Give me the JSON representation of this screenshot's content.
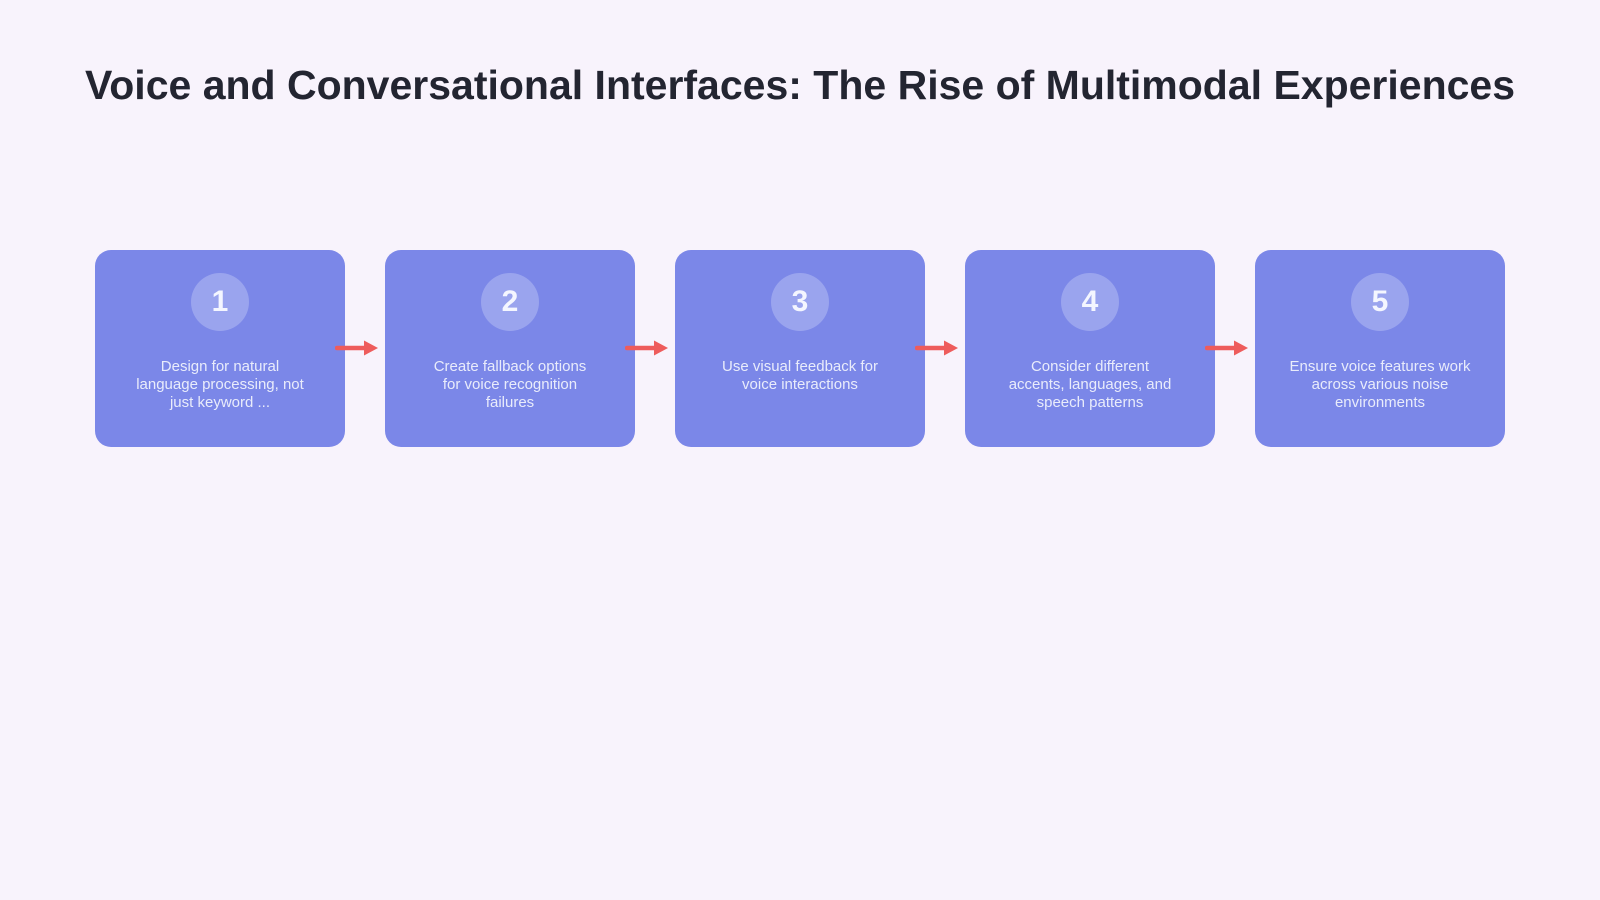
{
  "title": {
    "text": "Voice and Conversational Interfaces: The Rise of Multimodal Experiences"
  },
  "steps": [
    {
      "number": "1",
      "label": "Design for natural\nlanguage processing, not\njust keyword ..."
    },
    {
      "number": "2",
      "label": "Create fallback options\nfor voice recognition\nfailures"
    },
    {
      "number": "3",
      "label": "Use visual feedback for\nvoice interactions"
    },
    {
      "number": "4",
      "label": "Consider different\naccents, languages, and\nspeech patterns"
    },
    {
      "number": "5",
      "label": "Ensure voice features work\nacross various noise\nenvironments"
    }
  ],
  "icons": {
    "connector": "arrow-right-icon"
  },
  "colors": {
    "page_bg": "#f8f3fc",
    "title_color": "#232531",
    "card_bg": "#7b87e8",
    "circle_bg": "#9aa4ee",
    "number_color": "#f4f6ff",
    "card_text": "#e9ecfb",
    "arrow_color": "#ee5c5c"
  }
}
